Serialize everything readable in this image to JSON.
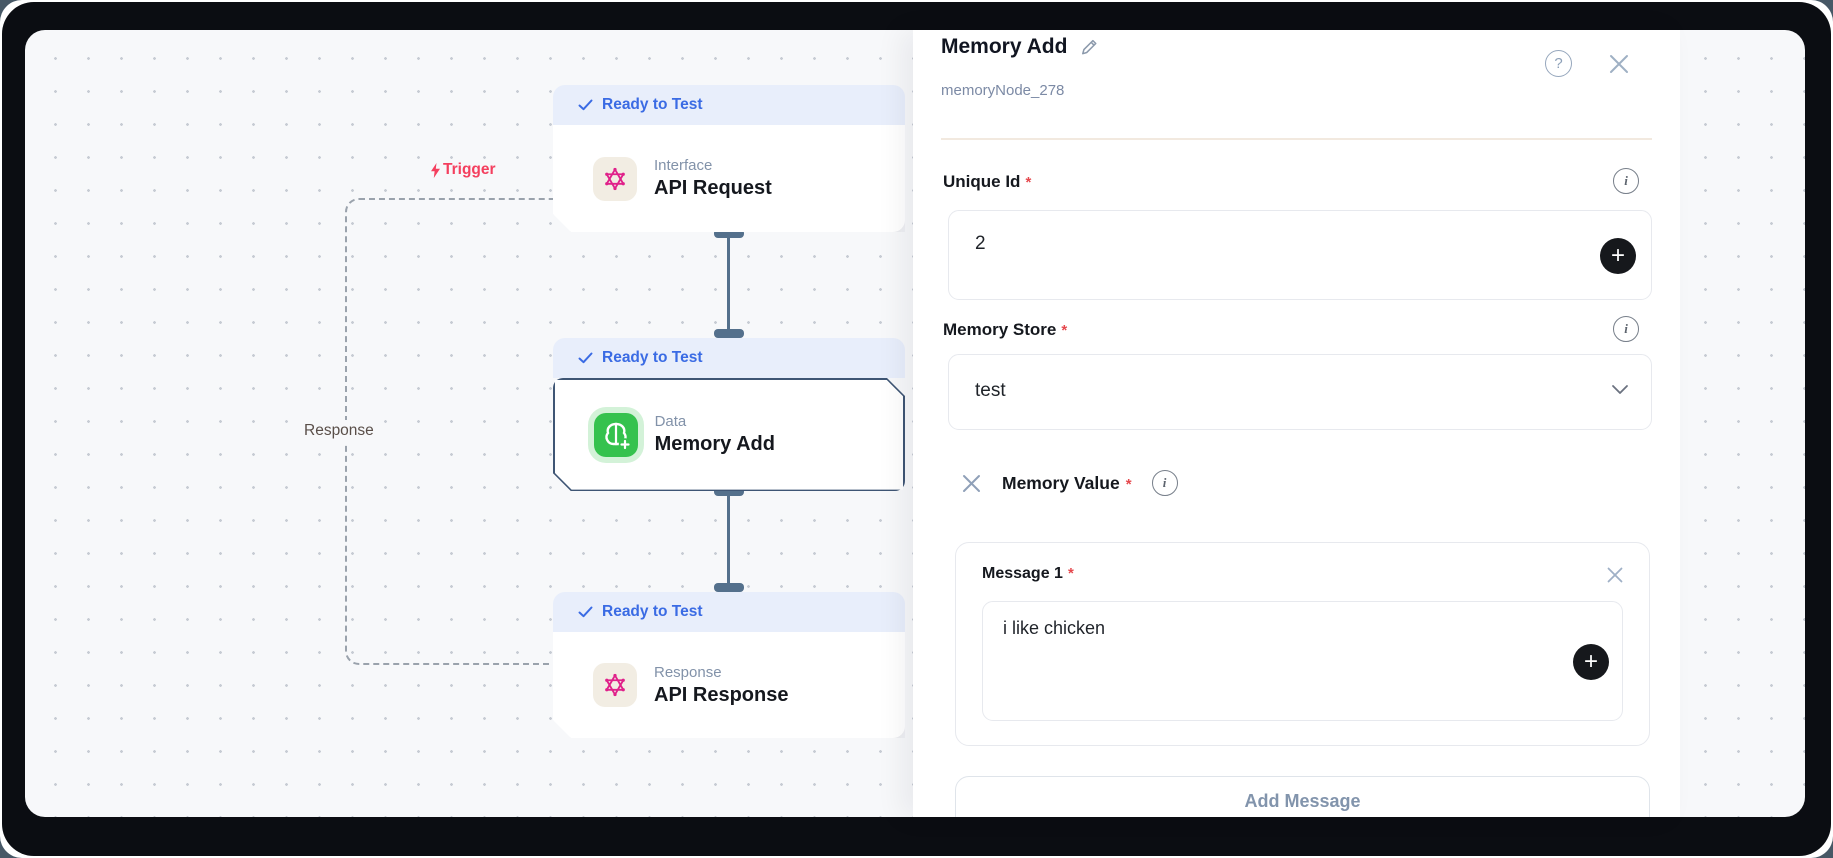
{
  "ui": {
    "required_marker": "*",
    "help_glyph": "?",
    "info_glyph": "i",
    "plus_glyph": "+"
  },
  "canvas": {
    "trigger_label": "Trigger",
    "response_label": "Response",
    "nodes": [
      {
        "status": "Ready to Test",
        "category": "Interface",
        "title": "API Request",
        "icon": "hexagram-icon",
        "selected": false
      },
      {
        "status": "Ready to Test",
        "category": "Data",
        "title": "Memory Add",
        "icon": "brain-plus-icon",
        "selected": true
      },
      {
        "status": "Ready to Test",
        "category": "Response",
        "title": "API Response",
        "icon": "hexagram-icon",
        "selected": false
      }
    ]
  },
  "panel": {
    "title": "Memory Add",
    "node_id": "memoryNode_278",
    "unique_id": {
      "label": "Unique Id",
      "value": "2"
    },
    "memory_store": {
      "label": "Memory Store",
      "value": "test"
    },
    "memory_value": {
      "label": "Memory Value",
      "messages": [
        {
          "label": "Message 1",
          "value": "i like chicken"
        }
      ],
      "add_message_label": "Add Message"
    }
  },
  "colors": {
    "accent_blue": "#3a6be4",
    "node_green": "#35c24e",
    "icon_pink": "#e0218a",
    "trigger_red": "#f43f5e",
    "selected_border": "#3e5574",
    "frame_dark": "#0b0d12",
    "canvas_bg": "#f7f8fa"
  }
}
